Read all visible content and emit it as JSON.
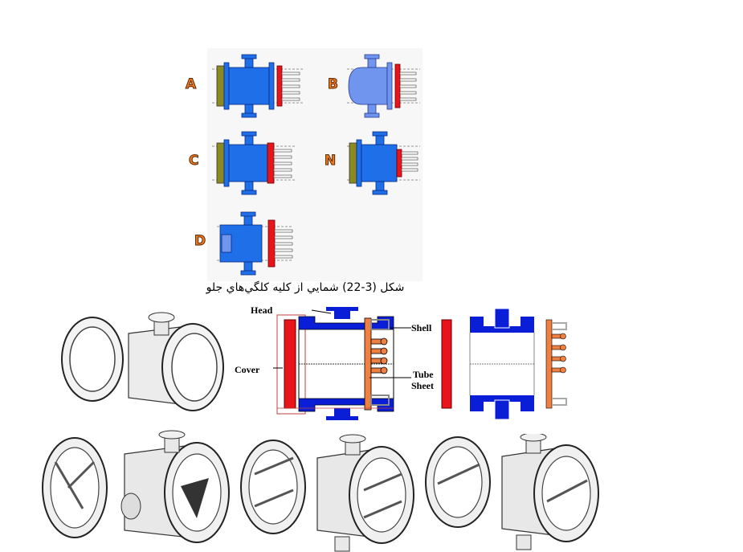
{
  "head_types": [
    {
      "letter": "A"
    },
    {
      "letter": "B"
    },
    {
      "letter": "C"
    },
    {
      "letter": "N"
    },
    {
      "letter": "D"
    }
  ],
  "caption": "شکل (3-22) شمايي از کليه کلگي‌هاي جلو",
  "labels": {
    "head": "Head",
    "cover": "Cover",
    "shell": "Shell",
    "tube": "Tube",
    "sheet": "Sheet"
  },
  "colors": {
    "channel_blue": "#1f6fe8",
    "bonnet_blue": "#6f95ee",
    "tubesheet_red": "#e8141c",
    "cover_olive": "#8b8a20",
    "tubes_orange": "#f08040",
    "section_blue": "#0a1ed8",
    "letter_orange": "#f07820"
  }
}
